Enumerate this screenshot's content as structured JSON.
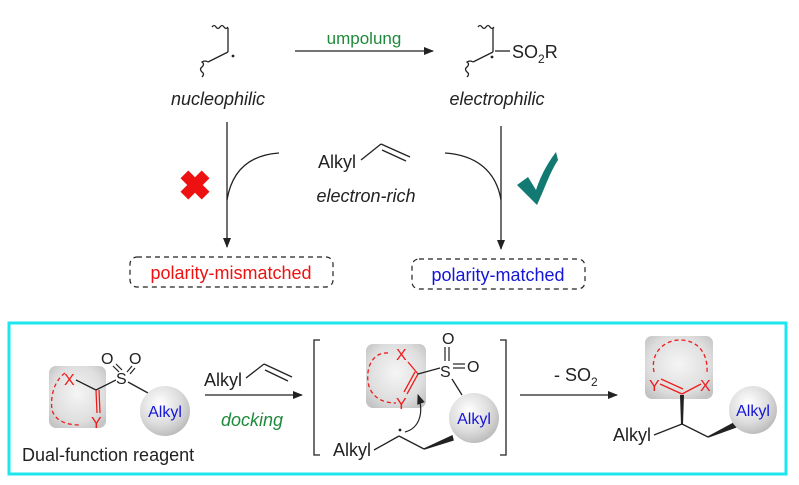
{
  "top": {
    "reaction_label": "umpolung",
    "left_label": "nucleophilic",
    "right_label": "electrophilic",
    "so2r": {
      "main": "SO",
      "sub": "2",
      "tail": "R"
    },
    "alkene_label": "Alkyl",
    "alkene_desc": "electron-rich",
    "left_outcome": "polarity-mismatched",
    "right_outcome": "polarity-matched",
    "left_mark": "cross-icon",
    "right_mark": "check-icon"
  },
  "bottom": {
    "reagent_caption": "Dual-function reagent",
    "step1_reagent": "Alkyl",
    "step1_label": "docking",
    "step2_label": {
      "main": "- SO",
      "sub": "2"
    },
    "atoms": {
      "X": "X",
      "Y": "Y",
      "S": "S",
      "O": "O"
    },
    "alkyl_ball": "Alkyl",
    "alkyl_text": "Alkyl"
  },
  "colors": {
    "green_label": "#1f8a3b",
    "red": "#ee1111",
    "blue": "#1515d8",
    "teal_check": "#127a72",
    "box_border": "#1ee6ee",
    "atom_red": "#ee1c1c"
  }
}
